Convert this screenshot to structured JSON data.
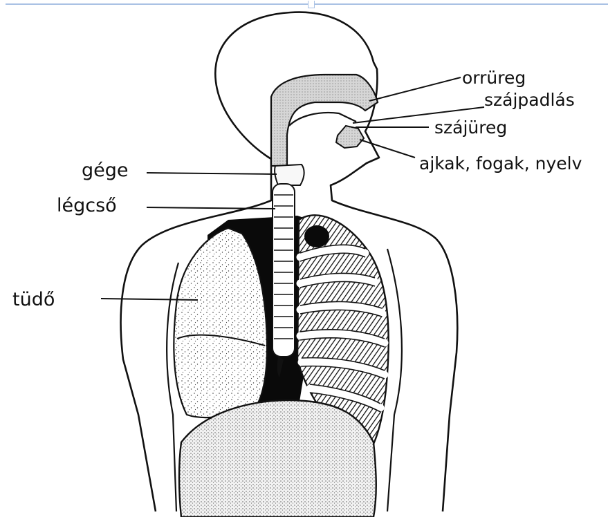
{
  "labels": {
    "orrureg": "orrüreg",
    "szajpadlas": "szájpadlás",
    "szajureg": "szájüreg",
    "ajkak": "ajkak, fogak, nyelv",
    "gege": "gége",
    "legcso": "légcső",
    "tudo": "tüdő"
  },
  "colors": {
    "line": "#111111",
    "stipple": "#9a9a9a",
    "dark": "#0a0a0a",
    "frame": "#a9c1e4"
  }
}
